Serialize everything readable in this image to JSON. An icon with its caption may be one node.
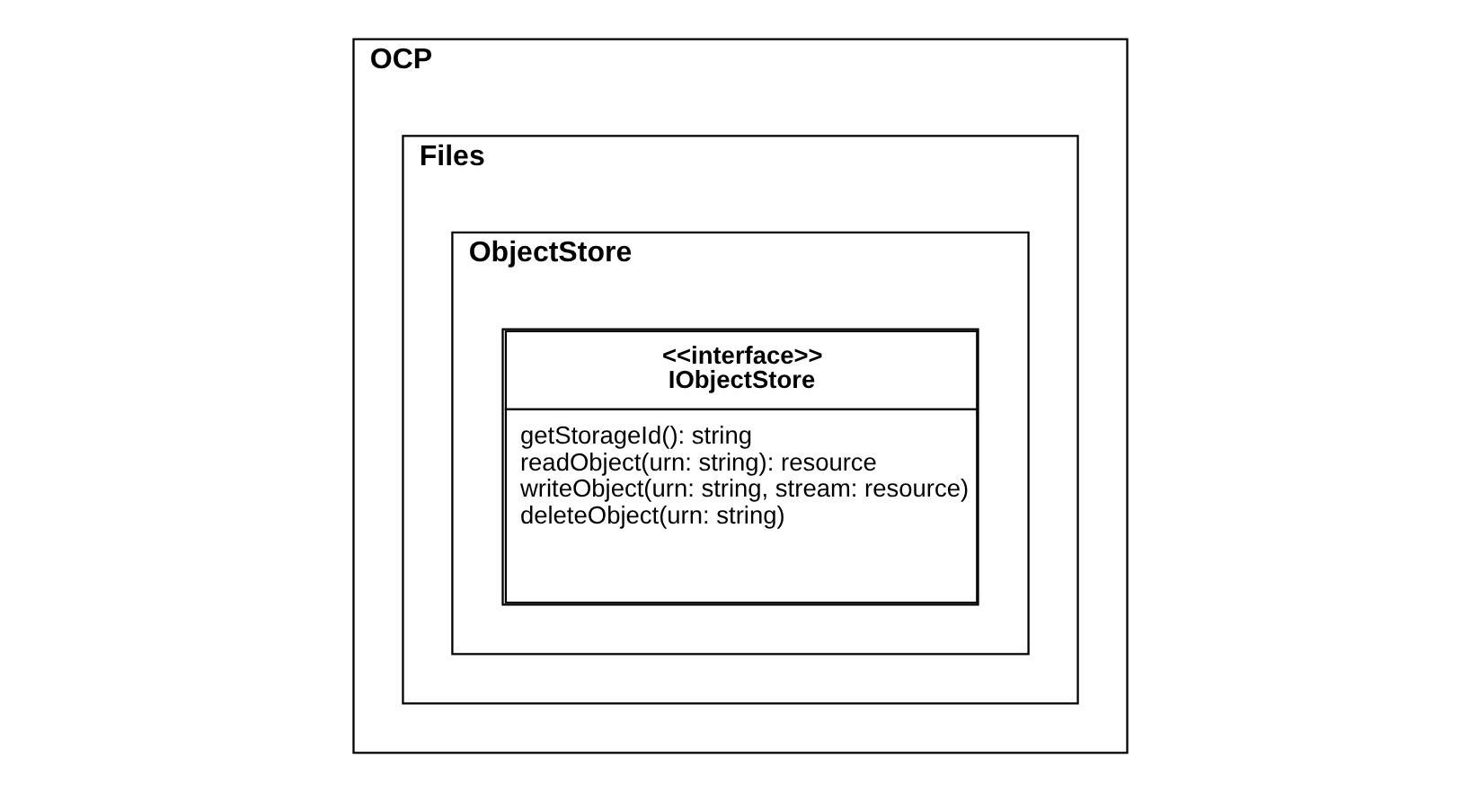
{
  "diagram": {
    "nodes": [
      {
        "text": [
          "OCP"
        ]
      },
      {
        "text": [
          "Files"
        ],
        "in": 0
      },
      {
        "text": [
          "ObjectStore"
        ],
        "in": 1
      },
      {
        "text": [
          "<<interface>>",
          "IObjectStore",
          "getStorageId(): string",
          "readObject(urn: string): resource",
          "writeObject(urn: string, stream: resource)",
          "deleteObject(urn: string)"
        ],
        "in": 2
      }
    ]
  }
}
